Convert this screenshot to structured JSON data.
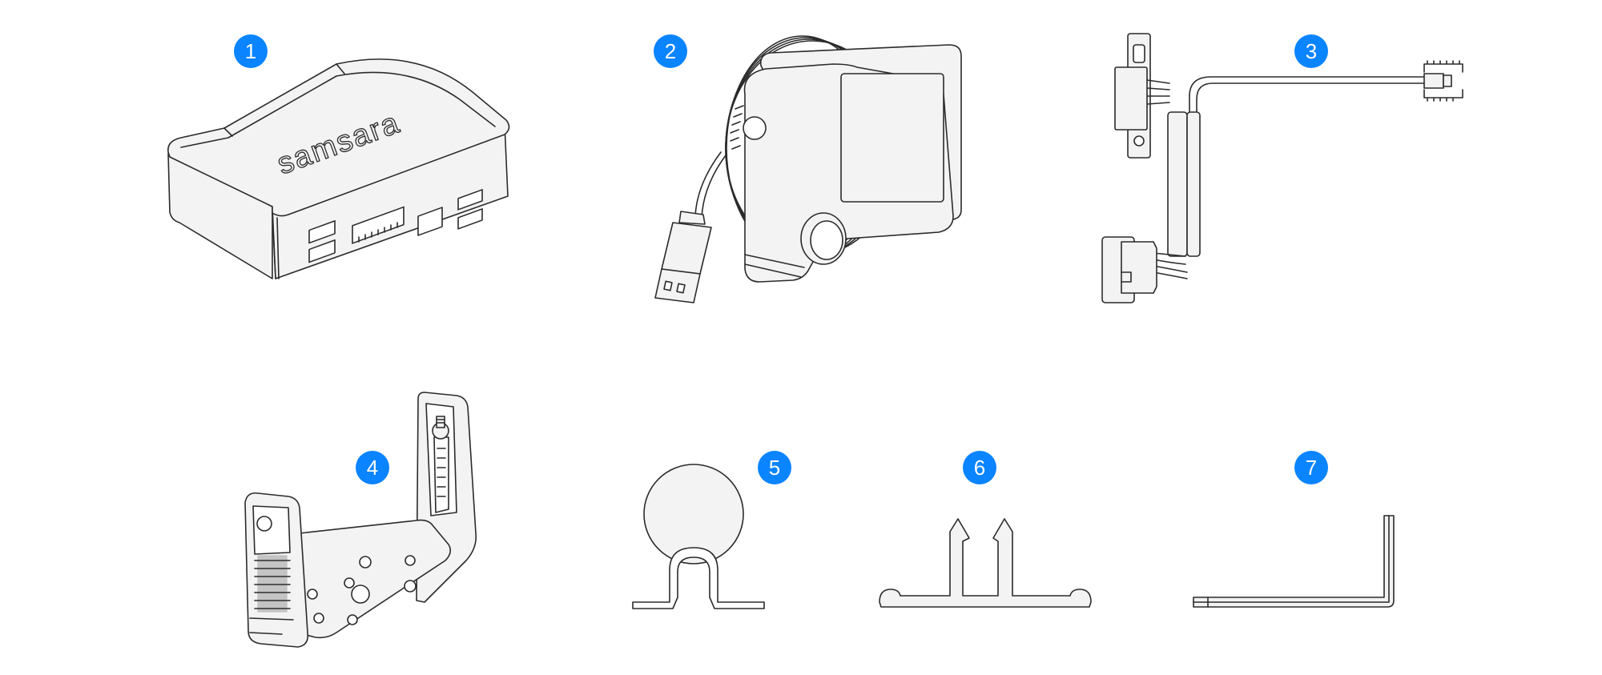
{
  "badge_color": "#0a84ff",
  "items": [
    {
      "number": "1",
      "icon": "gateway-device-icon"
    },
    {
      "number": "2",
      "icon": "dash-camera-icon"
    },
    {
      "number": "3",
      "icon": "obd-cable-icon"
    },
    {
      "number": "4",
      "icon": "mounting-bracket-icon"
    },
    {
      "number": "5",
      "icon": "cable-clip-icon"
    },
    {
      "number": "6",
      "icon": "trim-clip-icon"
    },
    {
      "number": "7",
      "icon": "hex-key-icon"
    }
  ],
  "device_logo": "samsara"
}
